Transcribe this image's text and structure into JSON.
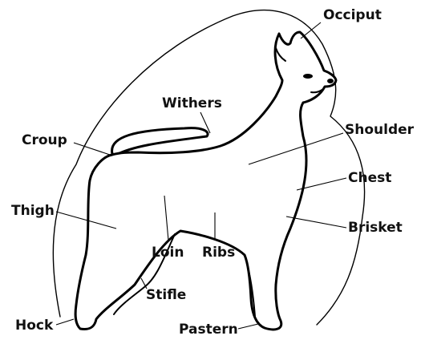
{
  "labels": {
    "occiput": "Occiput",
    "withers": "Withers",
    "shoulder": "Shoulder",
    "croup": "Croup",
    "chest": "Chest",
    "thigh": "Thigh",
    "brisket": "Brisket",
    "loin": "Loin",
    "ribs": "Ribs",
    "stifle": "Stifle",
    "hock": "Hock",
    "pastern": "Pastern"
  },
  "colors": {
    "ink": "#000000",
    "background": "#ffffff"
  }
}
